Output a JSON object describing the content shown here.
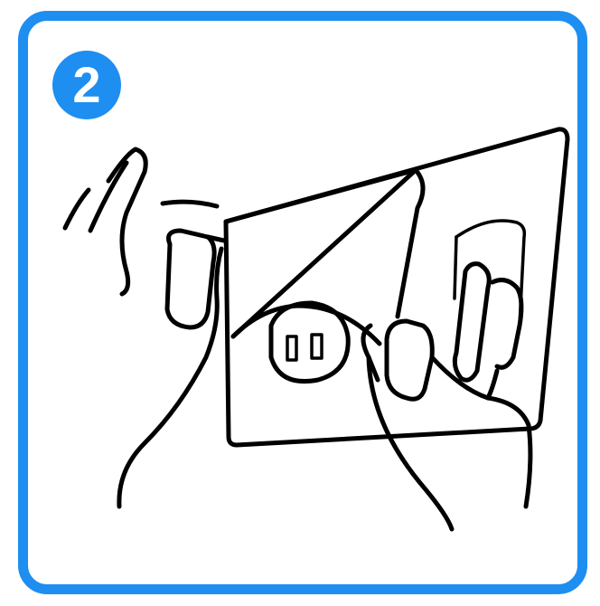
{
  "step": {
    "number": "2"
  },
  "colors": {
    "accent": "#1E8EF0",
    "line": "#000000",
    "background": "#FFFFFF"
  },
  "icons": {
    "step_badge": "circled-number-2",
    "illustration": "hands-peeling-film-off-outlet-plate"
  }
}
